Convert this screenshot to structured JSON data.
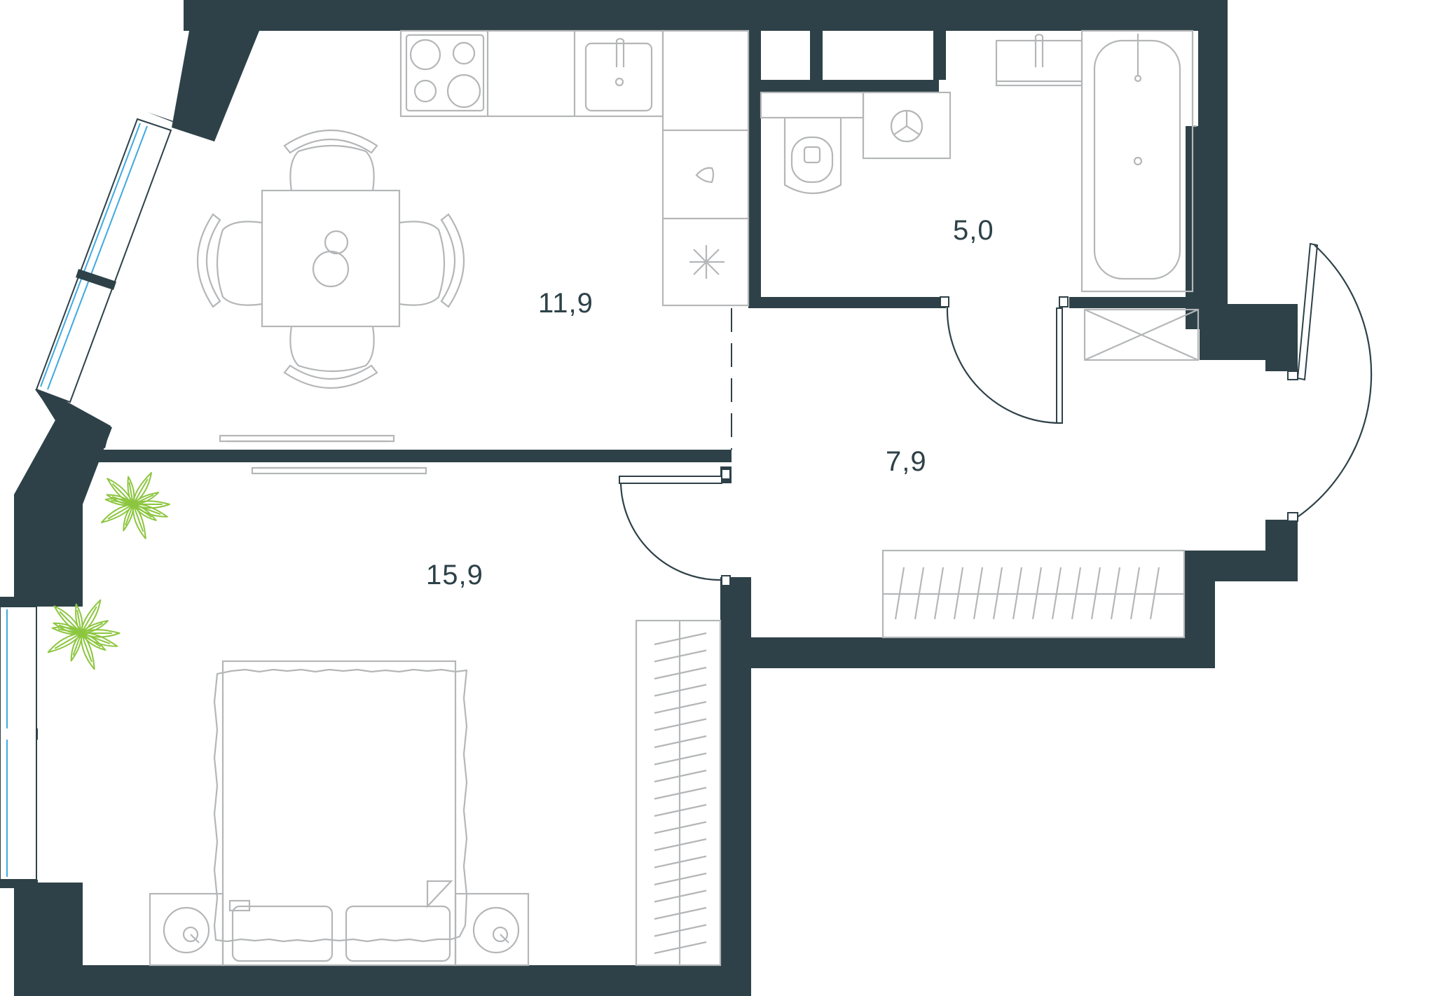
{
  "rooms": {
    "kitchen": {
      "area": "11,9"
    },
    "bathroom": {
      "area": "5,0"
    },
    "hall": {
      "area": "7,9"
    },
    "bedroom": {
      "area": "15,9"
    }
  },
  "colors": {
    "wall": "#2e4148",
    "furniture_line": "#b4b6b8",
    "window_glass": "#3fa9e0",
    "plants": "#8cc63f",
    "background": "#ffffff"
  }
}
